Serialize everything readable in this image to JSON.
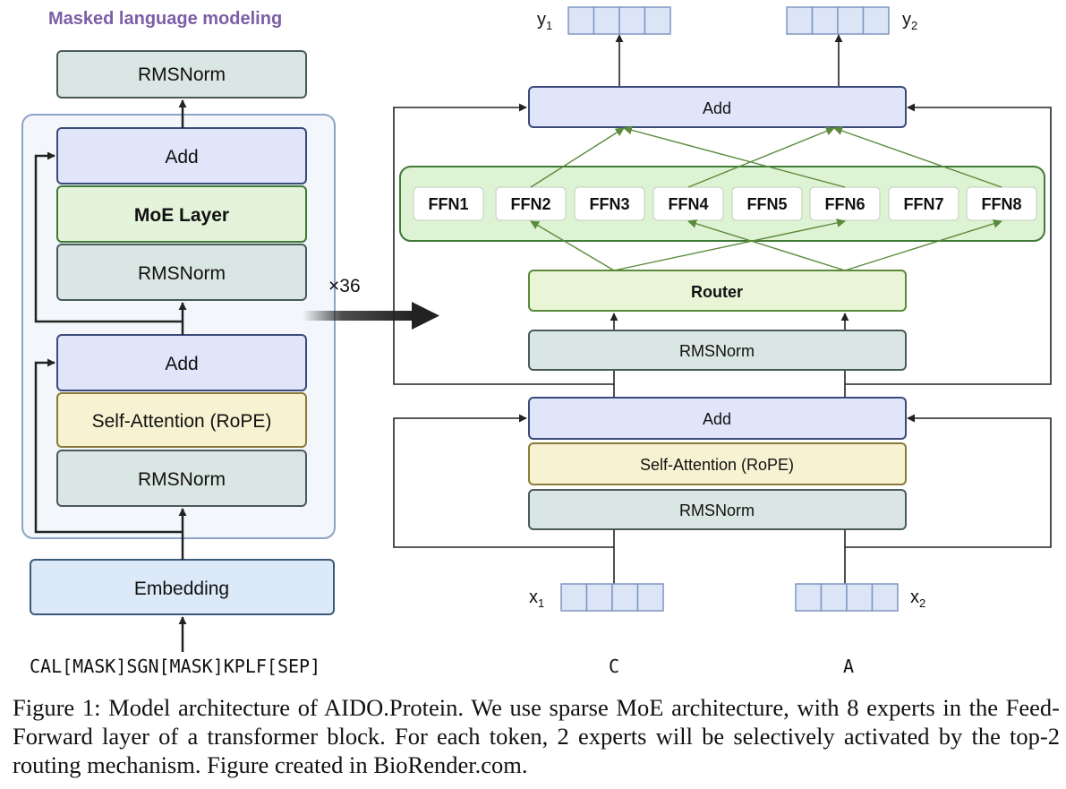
{
  "left_panel": {
    "title": "Masked language modeling",
    "top_norm": "RMSNorm",
    "add_top": "Add",
    "moe": "MoE Layer",
    "norm_mid": "RMSNorm",
    "add_bottom": "Add",
    "attention": "Self-Attention (RoPE)",
    "norm_bottom": "RMSNorm",
    "embedding": "Embedding",
    "input_sequence": "CAL[MASK]SGN[MASK]KPLF[SEP]",
    "repeat": "×36"
  },
  "right_panel": {
    "outputs": [
      {
        "base": "y",
        "sub": "1"
      },
      {
        "base": "y",
        "sub": "2"
      }
    ],
    "add_top": "Add",
    "experts": [
      "FFN1",
      "FFN2",
      "FFN3",
      "FFN4",
      "FFN5",
      "FFN6",
      "FFN7",
      "FFN8"
    ],
    "router": "Router",
    "norm_mid": "RMSNorm",
    "add_bottom": "Add",
    "attention": "Self-Attention (RoPE)",
    "norm_bottom": "RMSNorm",
    "inputs": [
      {
        "base": "x",
        "sub": "1"
      },
      {
        "base": "x",
        "sub": "2"
      }
    ],
    "tokens": [
      "C",
      "A"
    ]
  },
  "routing": {
    "token1_experts": [
      "FFN2",
      "FFN6"
    ],
    "token2_experts": [
      "FFN4",
      "FFN8"
    ]
  },
  "colors": {
    "title_purple": "#7b5ea7",
    "norm_fill": "#d9e6e3",
    "add_fill": "#e1e5fa",
    "moe_fill": "#e3f4da",
    "attention_fill": "#f7f3d2",
    "embedding_fill": "#dce9f8",
    "block_fill": "#f3f6fb",
    "ffn_group_fill": "#def2d4",
    "router_fill": "#eaf5d8",
    "route_arrow": "#5a8a3a",
    "token_cell": "#dbe5f5"
  },
  "caption": "Figure 1: Model architecture of AIDO.Protein. We use sparse MoE architecture, with 8 experts in the Feed-Forward layer of a transformer block. For each token, 2 experts will be selectively activated by the top-2 routing mechanism. Figure created in BioRender.com."
}
